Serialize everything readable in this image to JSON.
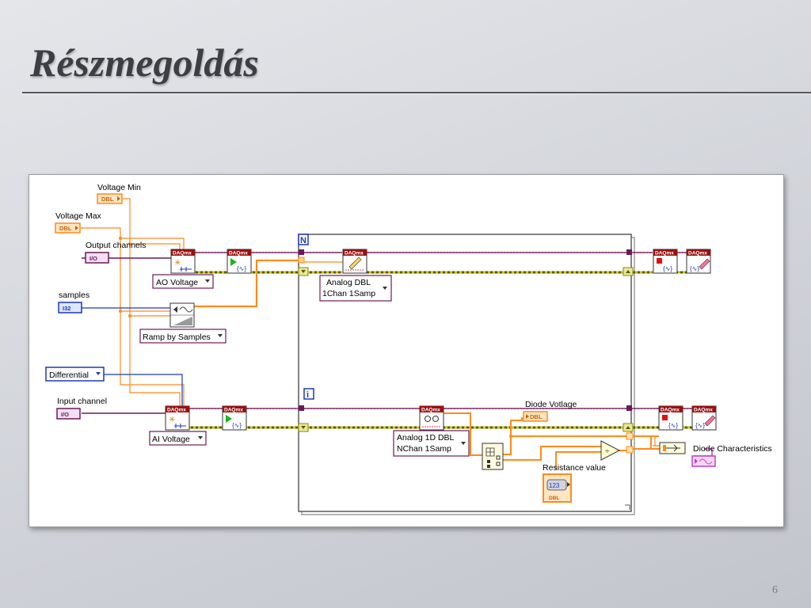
{
  "slide": {
    "title": "Részmegoldás",
    "page_number": "6"
  },
  "diagram": {
    "controls": {
      "voltage_min": {
        "label": "Voltage Min",
        "type": "DBL"
      },
      "voltage_max": {
        "label": "Voltage Max",
        "type": "DBL"
      },
      "output_channels": {
        "label": "Output channels",
        "type": "I/O"
      },
      "samples": {
        "label": "samples",
        "type": "I32"
      },
      "terminal_config": {
        "value": "Differential"
      },
      "input_channel": {
        "label": "Input channel",
        "type": "I/O"
      }
    },
    "polymorphic_selectors": {
      "ao_voltage": "AO Voltage",
      "ramp": "Ramp by Samples",
      "ai_voltage": "AI Voltage",
      "write_mode_line1": "Analog DBL",
      "write_mode_line2": "1Chan 1Samp",
      "read_mode_line1": "Analog 1D DBL",
      "read_mode_line2": "NChan 1Samp"
    },
    "loops": {
      "for_count": "N",
      "for_index": "i"
    },
    "indicators": {
      "diode_voltage": {
        "label": "Diode Votlage",
        "type": "DBL"
      },
      "resistance": {
        "label": "Resistance value",
        "type": "123",
        "subtype": "DBL"
      },
      "diode_characteristics": {
        "label": "Diode Characteristics"
      }
    },
    "daqmx_label": "DAQmx",
    "colors": {
      "orange_wire": "#ff8a1c",
      "task_wire": "#6a1a5a",
      "error_wire": "#c8c01a",
      "int_wire": "#1c3ab8"
    }
  }
}
